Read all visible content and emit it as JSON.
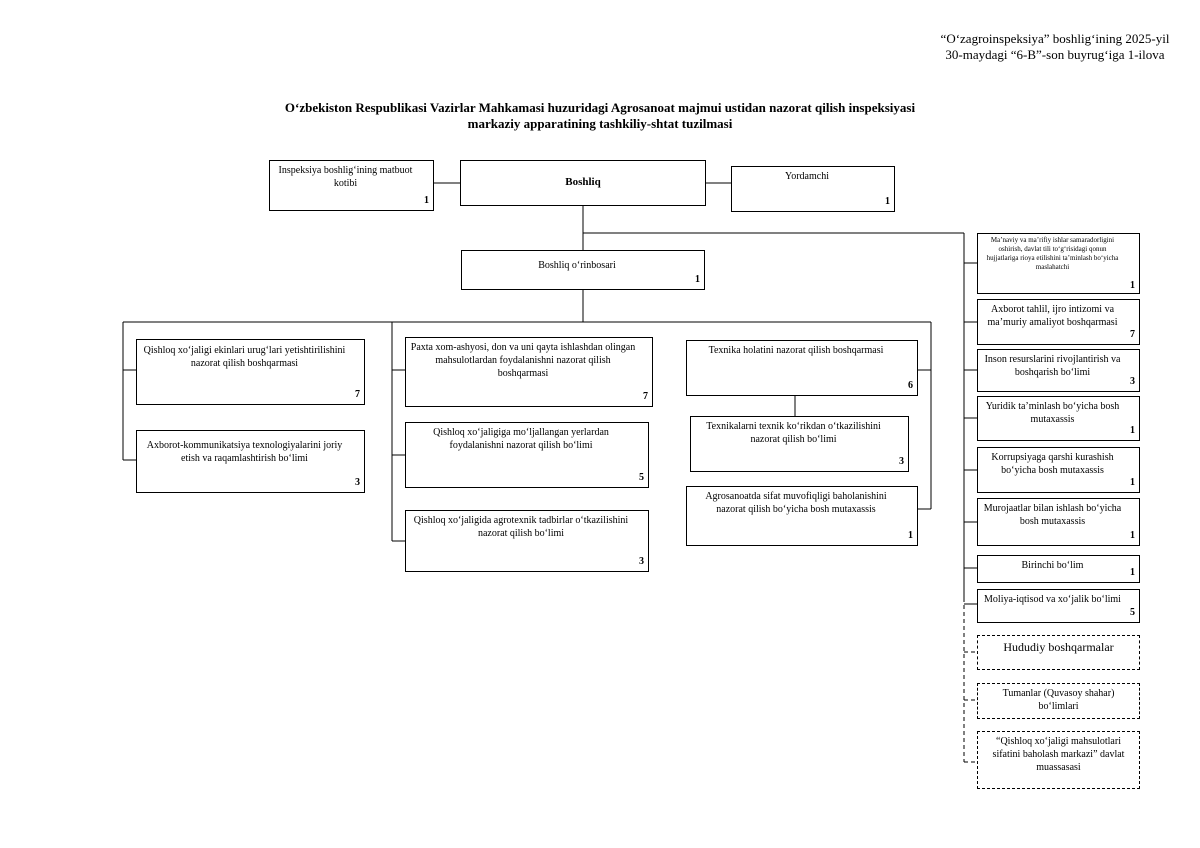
{
  "header_note": "“O‘zagroinspeksiya” boshlig‘ining 2025-yil 30-maydagi “6-B”-son buyrug‘iga 1-ilova",
  "title_line1": "O‘zbekiston Respublikasi Vazirlar Mahkamasi huzuridagi Agrosanoat majmui ustidan nazorat qilish inspeksiyasi",
  "title_line2": "markaziy apparatining tashkiliy-shtat tuzilmasi",
  "units": {
    "press": {
      "label": "Inspeksiya boshlig‘ining matbuot kotibi",
      "count": "1"
    },
    "head": {
      "label": "Boshliq",
      "count": ""
    },
    "assistant": {
      "label": "Yordamchi",
      "count": "1"
    },
    "deputy": {
      "label": "Boshliq o‘rinbosari",
      "count": "1"
    },
    "seeds": {
      "label": "Qishloq xo‘jaligi ekinlari urug‘lari yetishtirilishini nazorat qilish boshqarmasi",
      "count": "7"
    },
    "ict": {
      "label": "Axborot-kommunikatsiya texnologiyalarini joriy etish va raqamlashtirish bo‘limi",
      "count": "3"
    },
    "cotton": {
      "label": "Paxta xom-ashyosi, don va uni qayta ishlashdan olingan mahsulotlardan foydalanishni nazorat qilish boshqarmasi",
      "count": "7"
    },
    "land": {
      "label": "Qishloq xo‘jaligiga mo‘ljallangan yerlardan foydalanishni nazorat qilish bo‘limi",
      "count": "5"
    },
    "agrotech": {
      "label": "Qishloq xo‘jaligida agrotexnik tadbirlar o‘tkazilishini nazorat qilish bo‘limi",
      "count": "3"
    },
    "machinery": {
      "label": "Texnika holatini nazorat qilish boshqarmasi",
      "count": "6"
    },
    "inspection": {
      "label": "Texnikalarni texnik ko‘rikdan o‘tkazilishini nazorat qilish bo‘limi",
      "count": "3"
    },
    "quality": {
      "label": "Agrosanoatda sifat muvofiqligi baholanishini nazorat qilish bo‘yicha bosh mutaxassis",
      "count": "1"
    },
    "spiritual": {
      "label": "Ma’naviy va ma’rifiy ishlar samaradorligini oshirish, davlat tili to‘g‘risidagi qonun hujjatlariga rioya etilishini ta’minlash bo‘yicha maslahatchi",
      "count": "1"
    },
    "analysis": {
      "label": "Axborot tahlil, ijro intizomi va ma’muriy amaliyot boshqarmasi",
      "count": "7"
    },
    "hr": {
      "label": "Inson resurslarini rivojlantirish va boshqarish bo‘limi",
      "count": "3"
    },
    "legal": {
      "label": "Yuridik ta’minlash bo‘yicha bosh mutaxassis",
      "count": "1"
    },
    "anticorruption": {
      "label": "Korrupsiyaga qarshi kurashish bo‘yicha bosh mutaxassis",
      "count": "1"
    },
    "appeals": {
      "label": "Murojaatlar bilan ishlash bo‘yicha bosh mutaxassis",
      "count": "1"
    },
    "first": {
      "label": "Birinchi bo‘lim",
      "count": "1"
    },
    "finance": {
      "label": "Moliya-iqtisod va xo‘jalik bo‘limi",
      "count": "5"
    },
    "regional": {
      "label": "Hududiy boshqarmalar",
      "count": ""
    },
    "district": {
      "label": "Tumanlar (Quvasoy shahar) bo‘limlari",
      "count": ""
    },
    "center": {
      "label": "“Qishloq xo‘jaligi mahsulotlari sifatini baholash markazi” davlat muassasasi",
      "count": ""
    }
  }
}
